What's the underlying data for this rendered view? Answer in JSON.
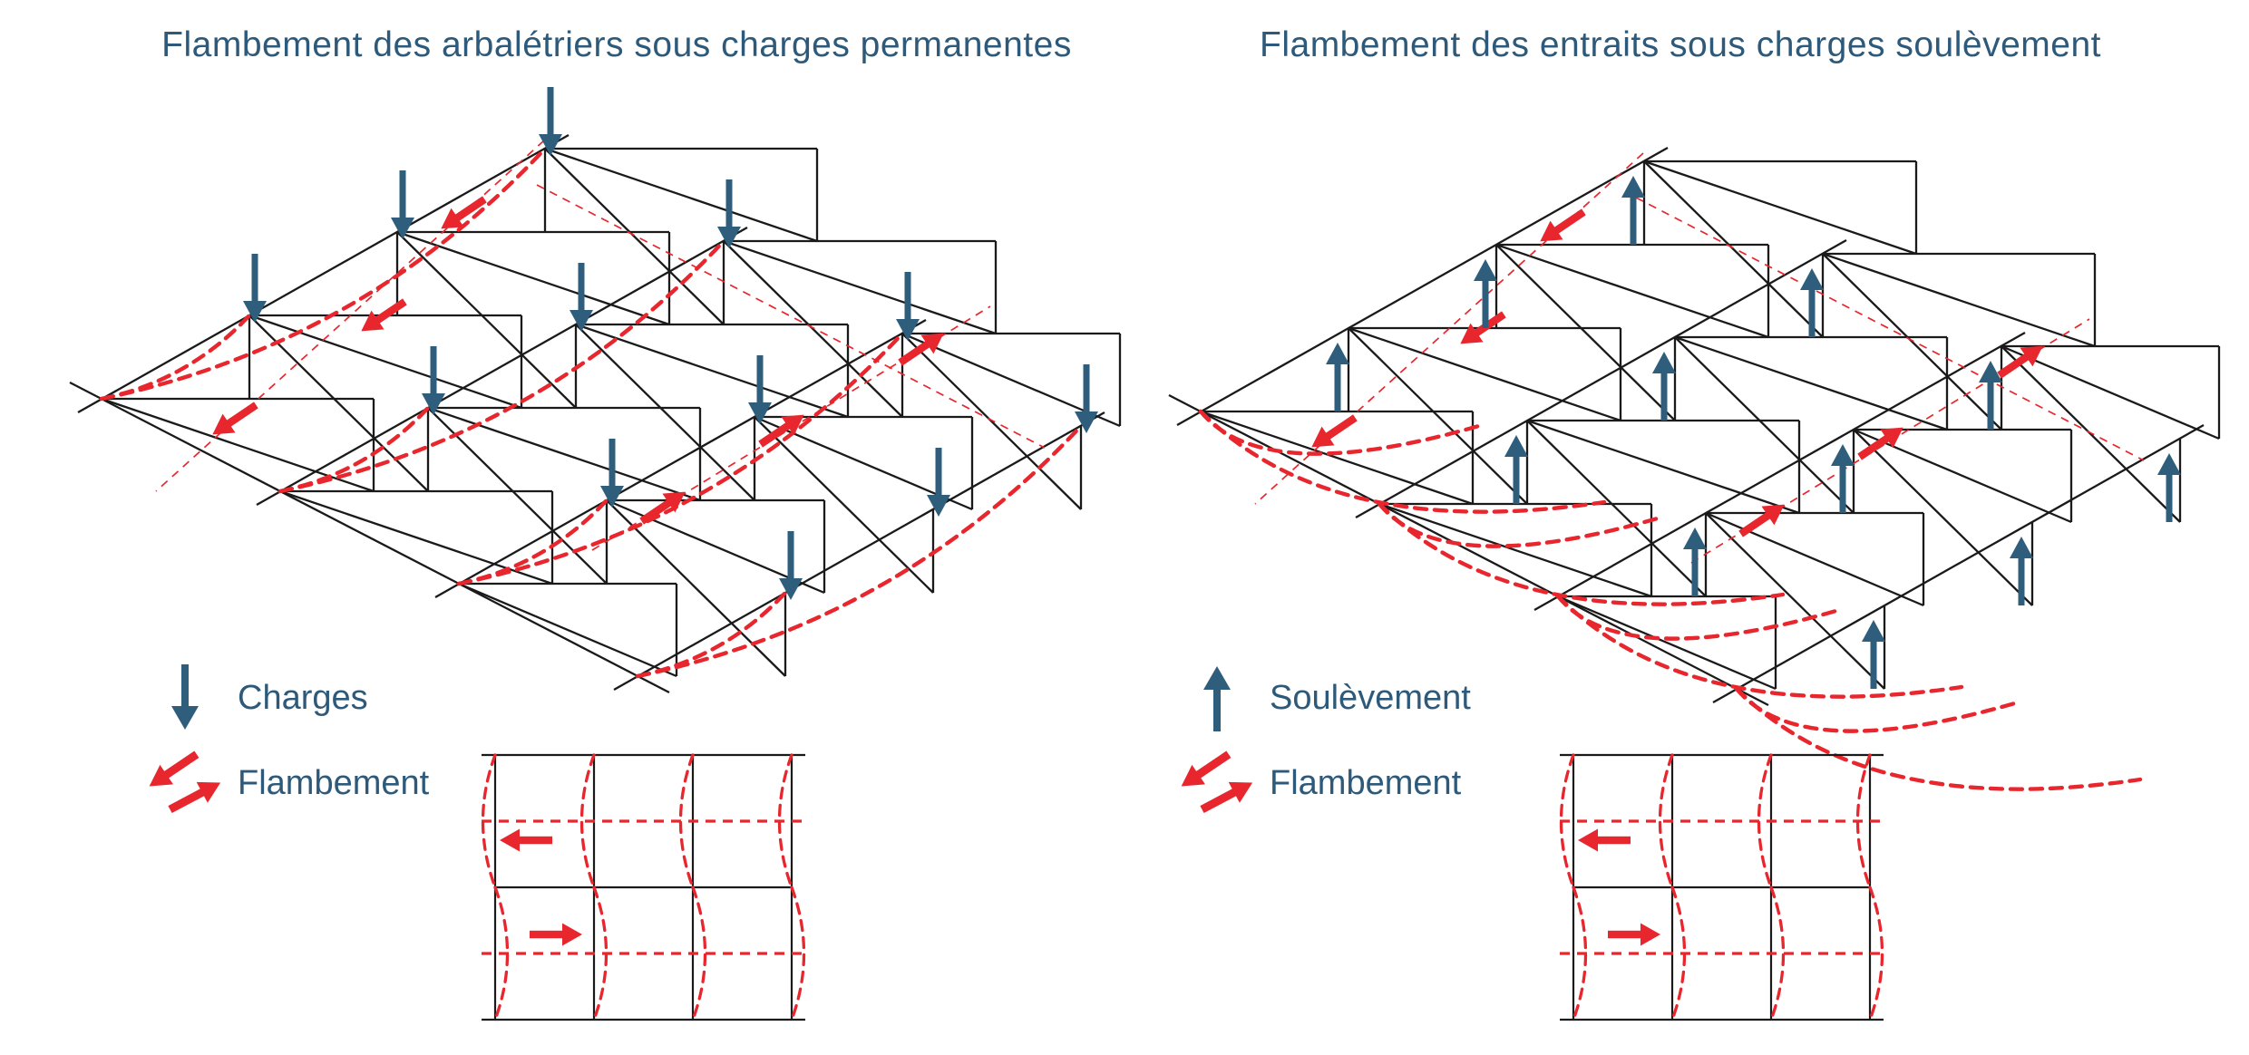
{
  "left_panel": {
    "title": "Flambement des arbalétriers sous charges permanentes",
    "legend": [
      {
        "icon": "load-down-arrow-icon",
        "label": "Charges"
      },
      {
        "icon": "buckling-arrows-icon",
        "label": "Flambement"
      }
    ]
  },
  "right_panel": {
    "title": "Flambement des entraits sous charges soulèvement",
    "legend": [
      {
        "icon": "uplift-up-arrow-icon",
        "label": "Soulèvement"
      },
      {
        "icon": "buckling-arrows-icon",
        "label": "Flambement"
      }
    ]
  },
  "colors": {
    "structure": "#1a1a1a",
    "buckling_red": "#e8262d",
    "load_teal": "#2e5e7b",
    "text": "#2d5a7a",
    "background": "#ffffff"
  }
}
